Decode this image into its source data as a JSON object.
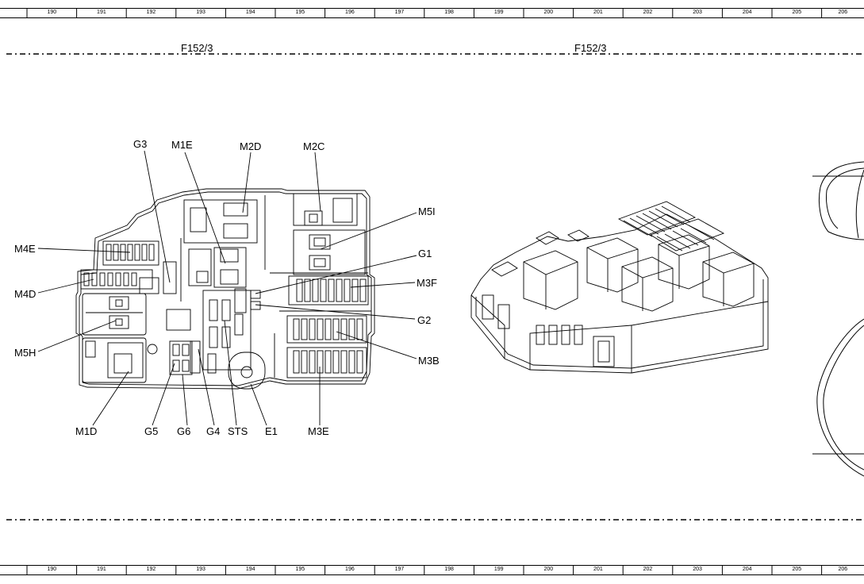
{
  "ruler": {
    "numbers": [
      "190",
      "191",
      "192",
      "193",
      "194",
      "195",
      "196",
      "197",
      "198",
      "199",
      "200",
      "201",
      "202",
      "203",
      "204",
      "205",
      "206"
    ]
  },
  "sections": {
    "left_title": "F152/3",
    "right_title": "F152/3"
  },
  "callouts": {
    "g3": "G3",
    "m1e": "M1E",
    "m2d": "M2D",
    "m2c": "M2C",
    "m5i": "M5I",
    "g1": "G1",
    "m3f": "M3F",
    "g2": "G2",
    "m3b": "M3B",
    "m4e": "M4E",
    "m4d": "M4D",
    "m5h": "M5H",
    "m1d": "M1D",
    "g5": "G5",
    "g6": "G6",
    "g4": "G4",
    "sts": "STS",
    "e1": "E1",
    "m3e": "M3E"
  }
}
